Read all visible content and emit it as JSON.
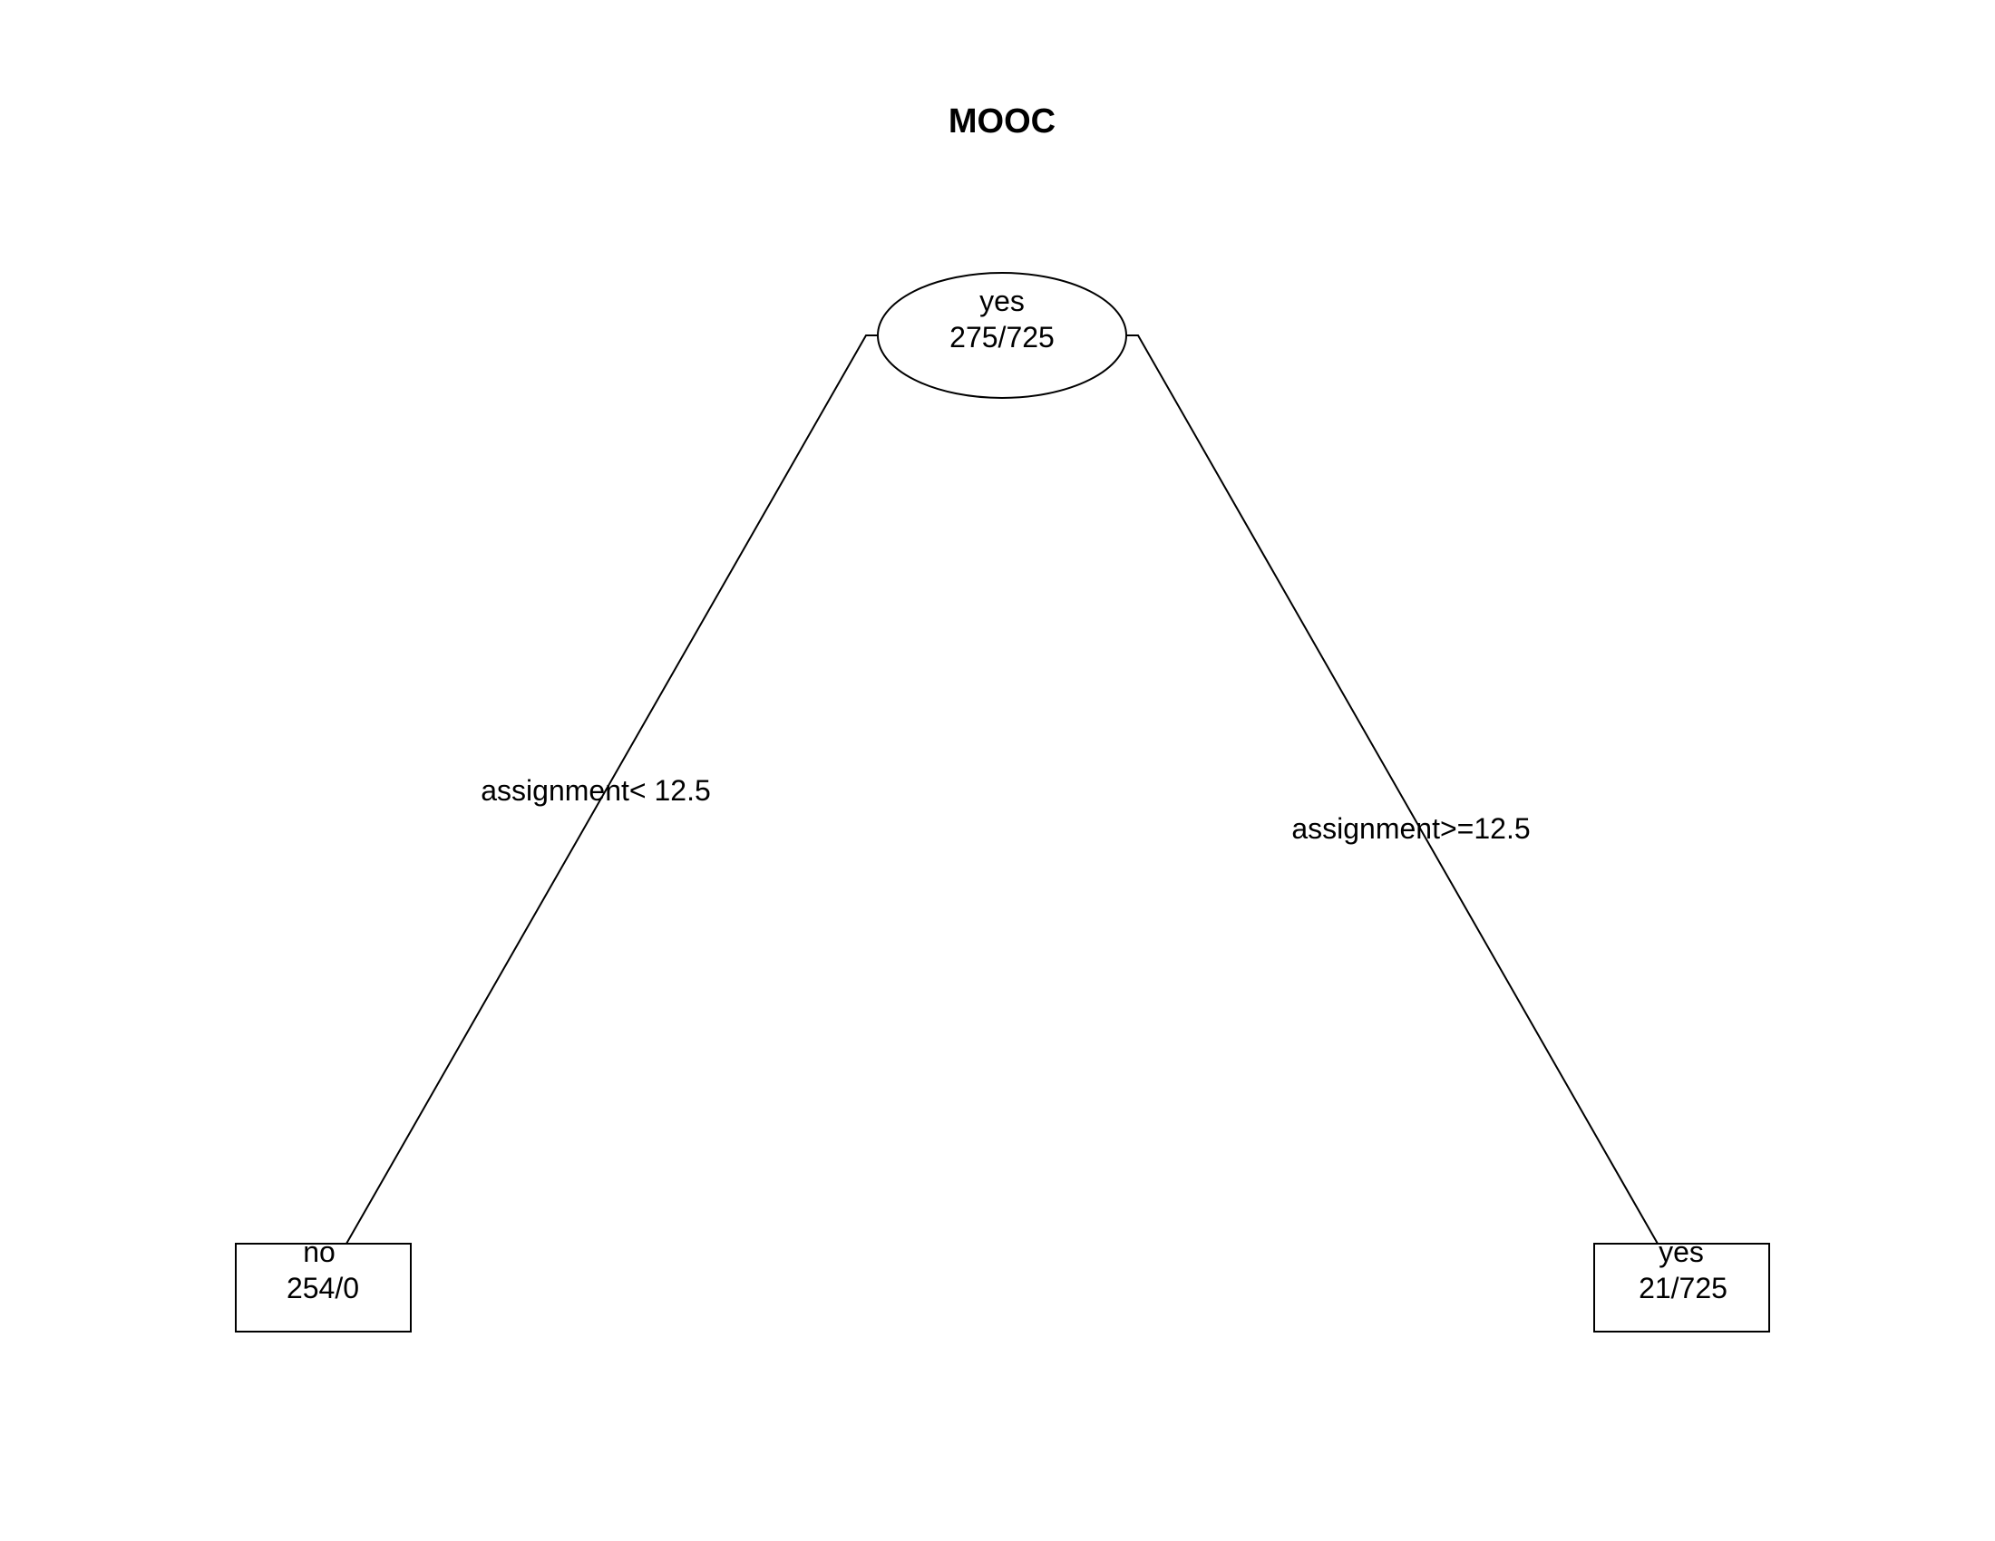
{
  "title": "MOOC",
  "nodes": {
    "root": {
      "label": "yes",
      "counts": "275/725"
    },
    "left": {
      "label": "no",
      "counts": "254/0"
    },
    "right": {
      "label": "yes",
      "counts": "21/725"
    }
  },
  "splits": {
    "left": "assignment< 12.5",
    "right": "assignment>=12.5"
  }
}
